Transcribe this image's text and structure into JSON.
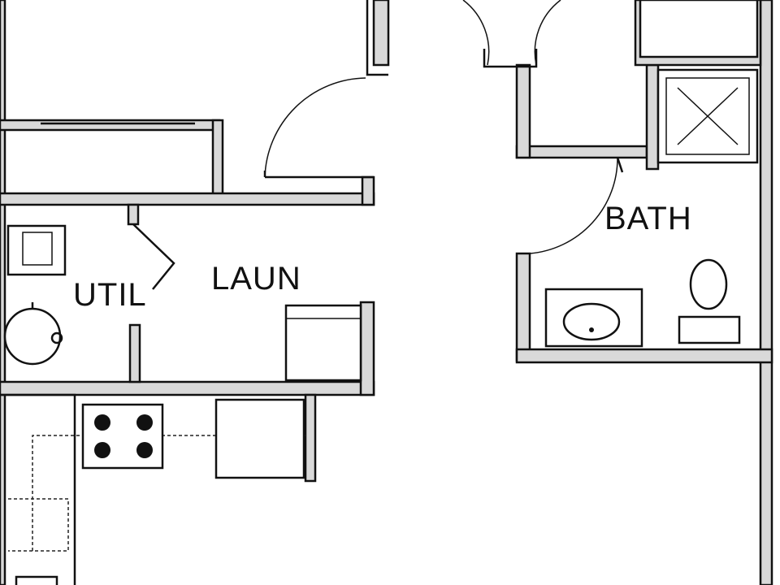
{
  "rooms": {
    "util": "UTIL",
    "laun": "LAUN",
    "bath": "BATH"
  },
  "colors": {
    "wall_fill": "#d9d9d9",
    "line": "#111111",
    "background": "#ffffff"
  }
}
